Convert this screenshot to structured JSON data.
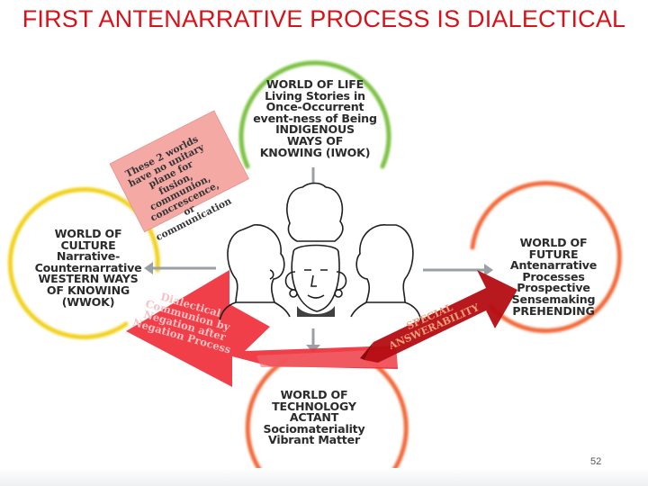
{
  "slide": {
    "title": "FIRST ANTENARRATIVE  PROCESS IS DIALECTICAL",
    "page_number": "52"
  },
  "worlds": {
    "life": {
      "lines": [
        "WORLD OF LIFE",
        "Living Stories in",
        "Once-Occurrent",
        "event-ness of Being",
        "INDIGENOUS",
        "WAYS OF",
        "KNOWING (IWOK)"
      ],
      "color": "#7cc142"
    },
    "culture": {
      "lines": [
        "WORLD OF",
        "CULTURE",
        "Narrative-",
        "Counternarrative",
        "WESTERN WAYS",
        "OF KNOWING",
        "(WWOK)"
      ],
      "color": "#f2d21b"
    },
    "future": {
      "lines": [
        "WORLD OF",
        "FUTURE",
        "Antenarrative",
        "Processes",
        "Prospective",
        "Sensemaking",
        "PREHENDING"
      ],
      "color": "#f26b3a"
    },
    "technology": {
      "lines": [
        "WORLD OF",
        "TECHNOLOGY",
        "ACTANT",
        "Sociomateriality",
        "Vibrant Matter"
      ],
      "color": "#f26b3a"
    }
  },
  "note": {
    "lines": [
      "These 2 worlds",
      "have no unitary",
      "plane for",
      "fusion,",
      "communion,",
      "concrescence,",
      "or",
      "communication"
    ],
    "color": "#f4a9a4"
  },
  "arrows": {
    "dialectical": {
      "lines": [
        "Dialectical",
        "Communion by",
        "Negation after",
        "Negation Process"
      ],
      "color": "#f0303c"
    },
    "answerability": {
      "lines": [
        "SPECIAL",
        "ANSWERABILITY"
      ],
      "color": "#b40d12"
    }
  },
  "image_content": {
    "heads_icon": "three-heads-illustration"
  }
}
